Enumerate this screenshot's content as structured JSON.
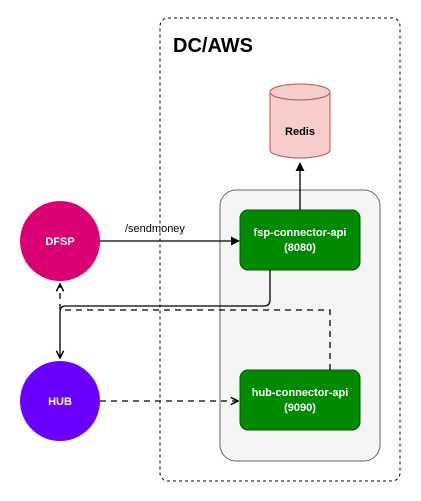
{
  "zone": {
    "title": "DC/AWS"
  },
  "nodes": {
    "redis": {
      "label": "Redis"
    },
    "dfsp": {
      "label": "DFSP"
    },
    "hub": {
      "label": "HUB"
    },
    "fsp_connector": {
      "line1": "fsp-connector-api",
      "line2": "(8080)"
    },
    "hub_connector": {
      "line1": "hub-connector-api",
      "line2": "(9090)"
    }
  },
  "edges": {
    "dfsp_to_fsp": {
      "label": "/sendmoney"
    }
  },
  "colors": {
    "redis_fill": "#f8cecc",
    "redis_stroke": "#b85450",
    "dfsp_fill": "#d80073",
    "hub_fill": "#6a00ff",
    "connector_fill": "#008a00",
    "group_fill": "#f5f5f5",
    "group_stroke": "#666666"
  }
}
